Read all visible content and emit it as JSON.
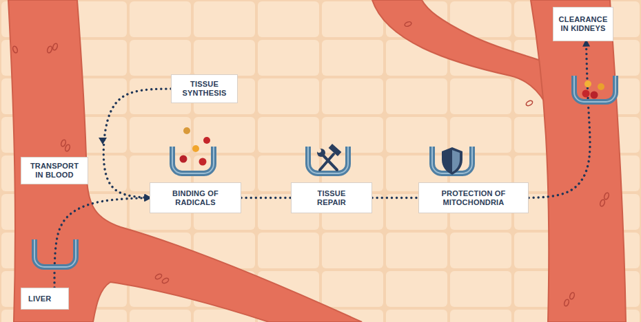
{
  "diagram": {
    "nodes": [
      {
        "text": [
          "TISSUE SYNTHESIS"
        ]
      },
      {
        "text": [
          "CLEARANCE IN KIDNEYS"
        ]
      },
      {
        "text": [
          "TRANSPORT IN BLOOD"
        ]
      },
      {
        "text": [
          "BINDING OF RADICALS"
        ]
      },
      {
        "text": [
          "TISSUE REPAIR"
        ]
      },
      {
        "text": [
          "PROTECTION OF MITOCHONDRIA"
        ]
      },
      {
        "text": [
          "LIVER"
        ]
      }
    ],
    "edges": [
      {
        "from": 6,
        "to": 3,
        "arrow": "to"
      },
      {
        "from": 0,
        "to": 3,
        "arrow": "to"
      },
      {
        "from": 3,
        "to": 4,
        "arrow": "none"
      },
      {
        "from": 4,
        "to": 5,
        "arrow": "none"
      },
      {
        "from": 5,
        "to": 1,
        "arrow": "to"
      }
    ]
  }
}
